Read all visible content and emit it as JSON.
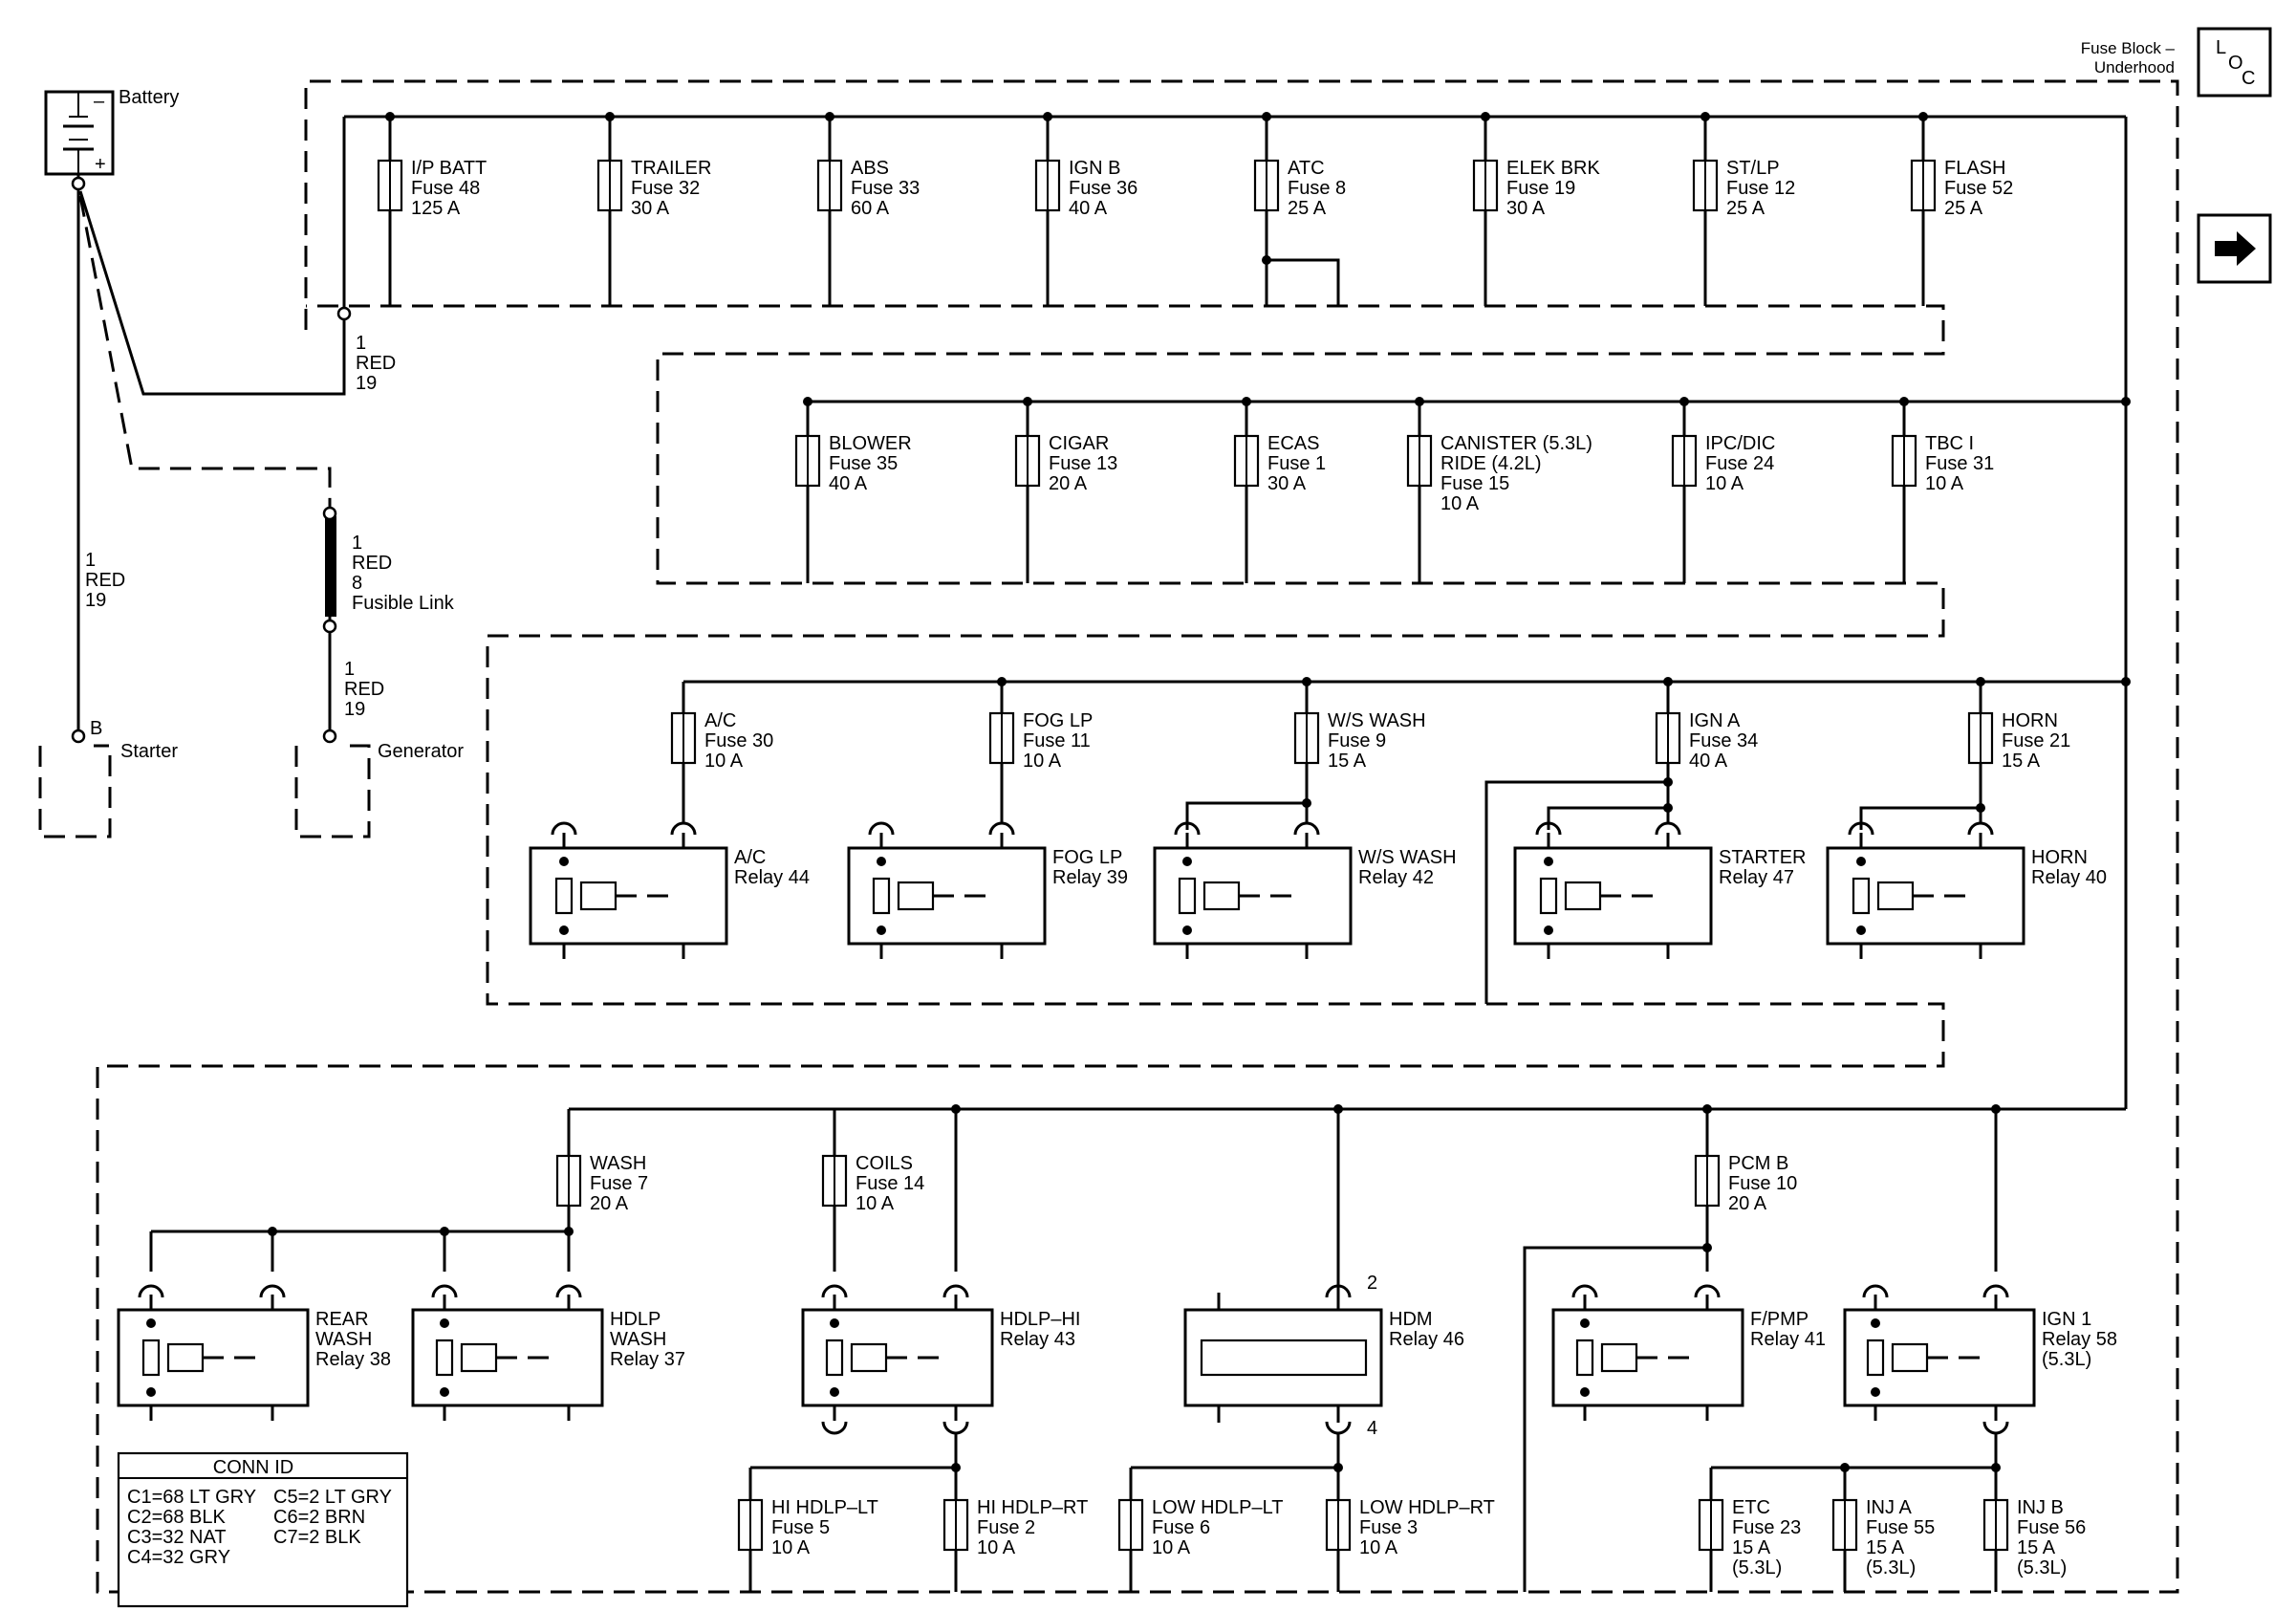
{
  "header": {
    "fuse_block_line1": "Fuse Block –",
    "fuse_block_line2": "Underhood",
    "loc_letters": [
      "L",
      "O",
      "C"
    ],
    "nav_icon": "right-arrow-icon"
  },
  "battery": {
    "label": "Battery",
    "neg": "–",
    "pos": "+"
  },
  "wires": {
    "bat_to_block": [
      "1",
      "RED",
      "19"
    ],
    "bat_to_starter": [
      "1",
      "RED",
      "19"
    ],
    "fusible_link": [
      "1",
      "RED",
      "8",
      "Fusible Link"
    ],
    "to_generator": [
      "1",
      "RED",
      "19"
    ]
  },
  "components": {
    "starter_terminal": "B",
    "starter_label": "Starter",
    "generator_label": "Generator"
  },
  "fuse_rows": {
    "row1": [
      {
        "name": "I/P BATT",
        "fuse": "Fuse 48",
        "rating": "125 A"
      },
      {
        "name": "TRAILER",
        "fuse": "Fuse 32",
        "rating": "30 A"
      },
      {
        "name": "ABS",
        "fuse": "Fuse 33",
        "rating": "60 A"
      },
      {
        "name": "IGN B",
        "fuse": "Fuse 36",
        "rating": "40 A"
      },
      {
        "name": "ATC",
        "fuse": "Fuse 8",
        "rating": "25 A"
      },
      {
        "name": "ELEK BRK",
        "fuse": "Fuse 19",
        "rating": "30 A"
      },
      {
        "name": "ST/LP",
        "fuse": "Fuse 12",
        "rating": "25 A"
      },
      {
        "name": "FLASH",
        "fuse": "Fuse 52",
        "rating": "25 A"
      }
    ],
    "row2": [
      {
        "name": "BLOWER",
        "fuse": "Fuse 35",
        "rating": "40 A"
      },
      {
        "name": "CIGAR",
        "fuse": "Fuse 13",
        "rating": "20 A"
      },
      {
        "name": "ECAS",
        "fuse": "Fuse 1",
        "rating": "30 A"
      },
      {
        "name": "CANISTER (5.3L)",
        "fuse": "RIDE (4.2L)",
        "rating": "Fuse 15",
        "extra": "10 A"
      },
      {
        "name": "IPC/DIC",
        "fuse": "Fuse 24",
        "rating": "10 A"
      },
      {
        "name": "TBC I",
        "fuse": "Fuse 31",
        "rating": "10 A"
      }
    ],
    "row3": [
      {
        "name": "A/C",
        "fuse": "Fuse 30",
        "rating": "10 A"
      },
      {
        "name": "FOG LP",
        "fuse": "Fuse 11",
        "rating": "10 A"
      },
      {
        "name": "W/S WASH",
        "fuse": "Fuse 9",
        "rating": "15 A"
      },
      {
        "name": "IGN A",
        "fuse": "Fuse 34",
        "rating": "40 A"
      },
      {
        "name": "HORN",
        "fuse": "Fuse 21",
        "rating": "15 A"
      }
    ],
    "row4_top": [
      {
        "name": "WASH",
        "fuse": "Fuse 7",
        "rating": "20 A"
      },
      {
        "name": "COILS",
        "fuse": "Fuse 14",
        "rating": "10 A"
      },
      {
        "name": "PCM B",
        "fuse": "Fuse 10",
        "rating": "20 A"
      }
    ],
    "row4_bottom": [
      {
        "name": "HI HDLP–LT",
        "fuse": "Fuse 5",
        "rating": "10 A"
      },
      {
        "name": "HI HDLP–RT",
        "fuse": "Fuse 2",
        "rating": "10 A"
      },
      {
        "name": "LOW HDLP–LT",
        "fuse": "Fuse 6",
        "rating": "10 A"
      },
      {
        "name": "LOW HDLP–RT",
        "fuse": "Fuse 3",
        "rating": "10 A"
      },
      {
        "name": "ETC",
        "fuse": "Fuse 23",
        "rating": "15 A",
        "extra": "(5.3L)"
      },
      {
        "name": "INJ A",
        "fuse": "Fuse 55",
        "rating": "15 A",
        "extra": "(5.3L)"
      },
      {
        "name": "INJ B",
        "fuse": "Fuse 56",
        "rating": "15 A",
        "extra": "(5.3L)"
      }
    ]
  },
  "relays": {
    "row3": [
      {
        "name": "A/C",
        "relay": "Relay 44"
      },
      {
        "name": "FOG LP",
        "relay": "Relay 39"
      },
      {
        "name": "W/S WASH",
        "relay": "Relay 42"
      },
      {
        "name": "STARTER",
        "relay": "Relay 47"
      },
      {
        "name": "HORN",
        "relay": "Relay 40"
      }
    ],
    "row4": [
      {
        "l1": "REAR",
        "l2": "WASH",
        "l3": "Relay 38"
      },
      {
        "l1": "HDLP",
        "l2": "WASH",
        "l3": "Relay 37"
      },
      {
        "l1": "HDLP–HI",
        "l2": "Relay 43",
        "l3": ""
      },
      {
        "l1": "HDM",
        "l2": "Relay 46",
        "l3": ""
      },
      {
        "l1": "F/PMP",
        "l2": "Relay 41",
        "l3": ""
      },
      {
        "l1": "IGN 1",
        "l2": "Relay 58",
        "l3": "(5.3L)"
      }
    ],
    "hdm_pins": [
      "2",
      "4"
    ]
  },
  "conn_id": {
    "title": "CONN ID",
    "left": [
      "C1=68 LT GRY",
      "C2=68 BLK",
      "C3=32 NAT",
      "C4=32 GRY"
    ],
    "right": [
      "C5=2 LT GRY",
      "C6=2 BRN",
      "C7=2 BLK"
    ]
  }
}
